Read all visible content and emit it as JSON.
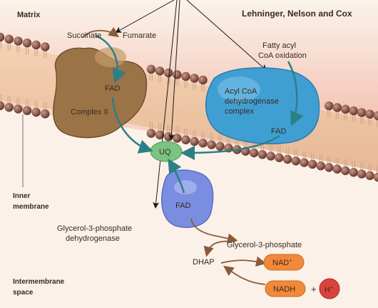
{
  "diagram": {
    "credit": "Lehninger, Nelson and Cox",
    "regions": {
      "matrix": "Matrix",
      "inner_membrane_1": "Inner",
      "inner_membrane_2": "membrane",
      "intermembrane_1": "Intermembrane",
      "intermembrane_2": "space"
    },
    "complex2": {
      "label": "Complex II",
      "fad": "FAD",
      "substrate": "Succinate",
      "product": "Fumarate",
      "color": "#9a7447"
    },
    "acyl": {
      "label_1": "Acyl CoA",
      "label_2": "dehydrogenase",
      "label_3": "complex",
      "fad": "FAD",
      "process_1": "Fatty acyl",
      "process_2": "CoA oxidation",
      "color": "#3f9fd3"
    },
    "uq": {
      "label": "UQ",
      "color": "#79c482"
    },
    "g3pdh": {
      "label_1": "Glycerol-3-phosphate",
      "label_2": "dehydrogenase",
      "fad": "FAD",
      "color": "#7a8de0"
    },
    "reactions": {
      "g3p": "Glycerol-3-phosphate",
      "dhap": "DHAP",
      "nad": "NAD",
      "nad_sup": "+",
      "nadh": "NADH",
      "plus": "+",
      "h": "H",
      "h_sup": "+",
      "nad_color": "#f2893a",
      "h_color": "#d8443c"
    },
    "arrow_color": "#2d7f86"
  }
}
